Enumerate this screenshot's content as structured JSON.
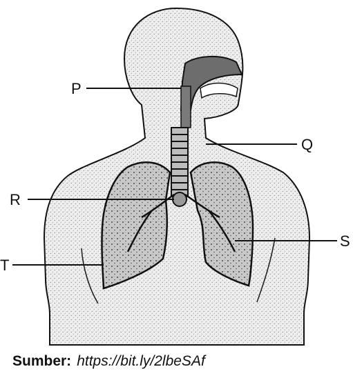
{
  "labels": {
    "p": "P",
    "q": "Q",
    "r": "R",
    "s": "S",
    "t": "T"
  },
  "source": {
    "label": "Sumber:",
    "url": "https://bit.ly/2lbeSAf"
  },
  "colors": {
    "ink": "#111111",
    "stipple": "#9a9a9a",
    "cavity": "#6d6d6d",
    "lung": "#cfcfcf"
  }
}
